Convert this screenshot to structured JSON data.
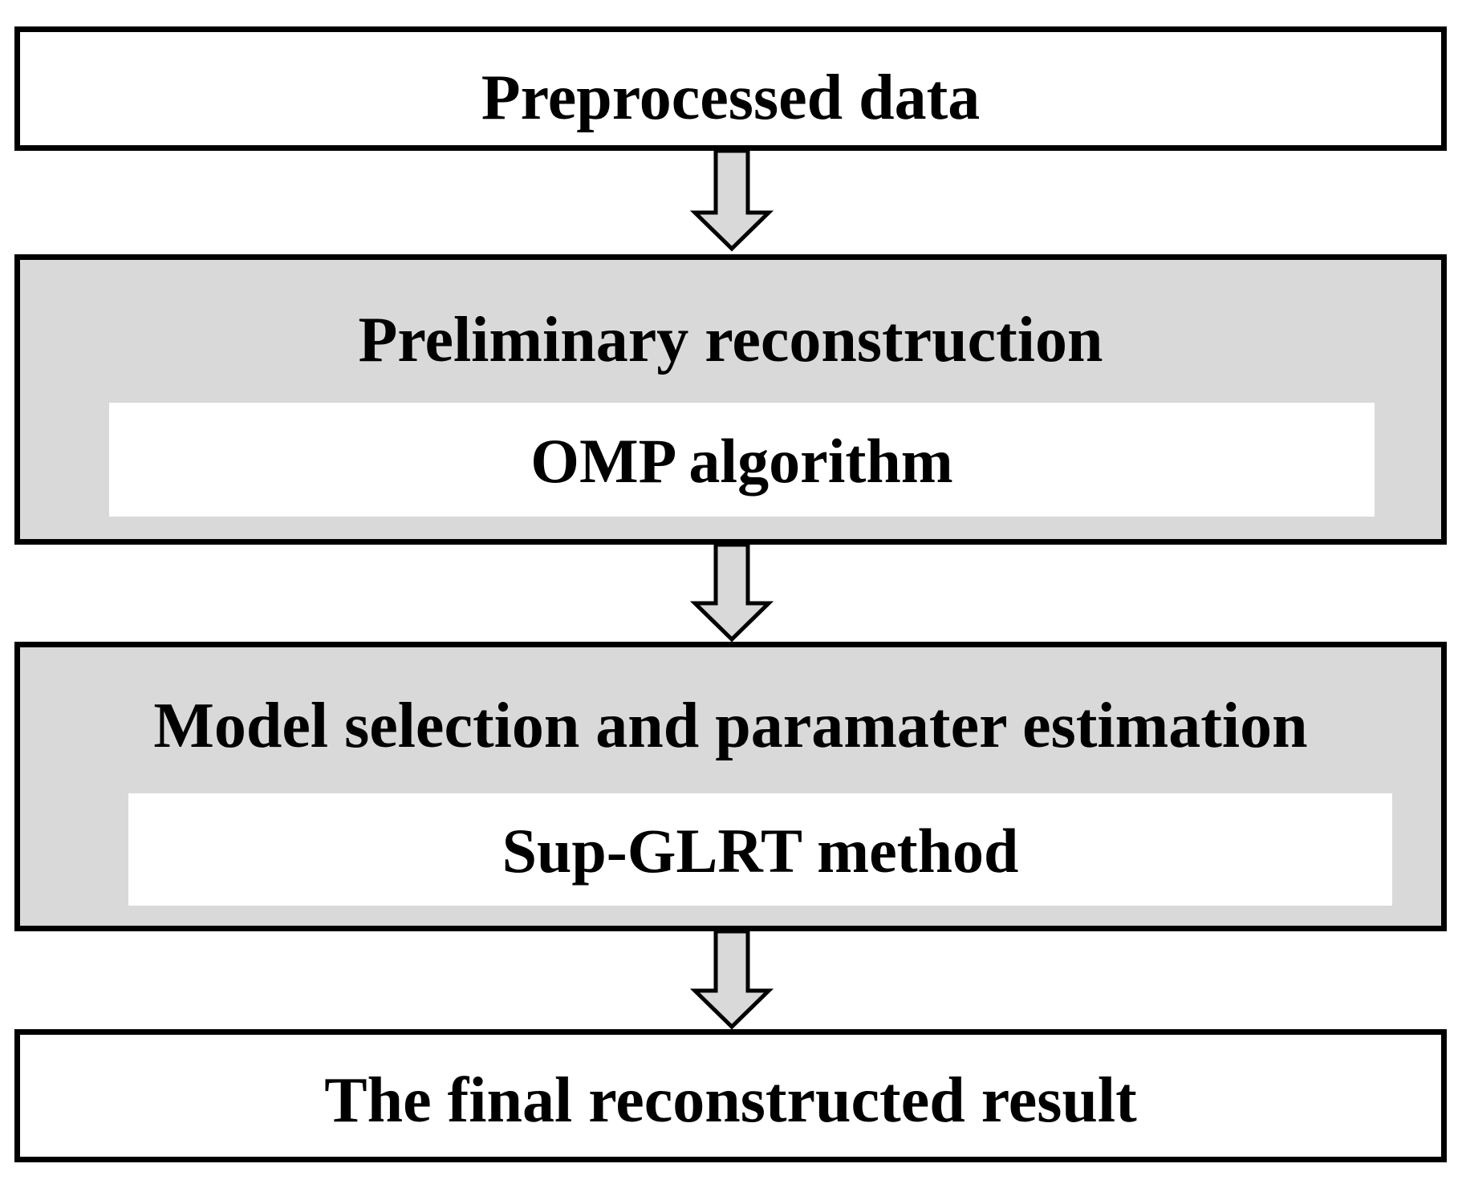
{
  "diagram": {
    "steps": [
      {
        "title": "Preprocessed data"
      },
      {
        "title": "Preliminary reconstruction",
        "method": "OMP algorithm"
      },
      {
        "title": "Model selection and paramater estimation",
        "method": "Sup-GLRT method"
      },
      {
        "title": "The final reconstructed result"
      }
    ],
    "colors": {
      "stroke": "#000000",
      "box_fill_plain": "#ffffff",
      "box_fill_shaded": "#d9d9d9",
      "inner_fill": "#ffffff",
      "arrow_fill": "#d9d9d9"
    },
    "icons": {
      "connector": "down-arrow-icon"
    }
  }
}
